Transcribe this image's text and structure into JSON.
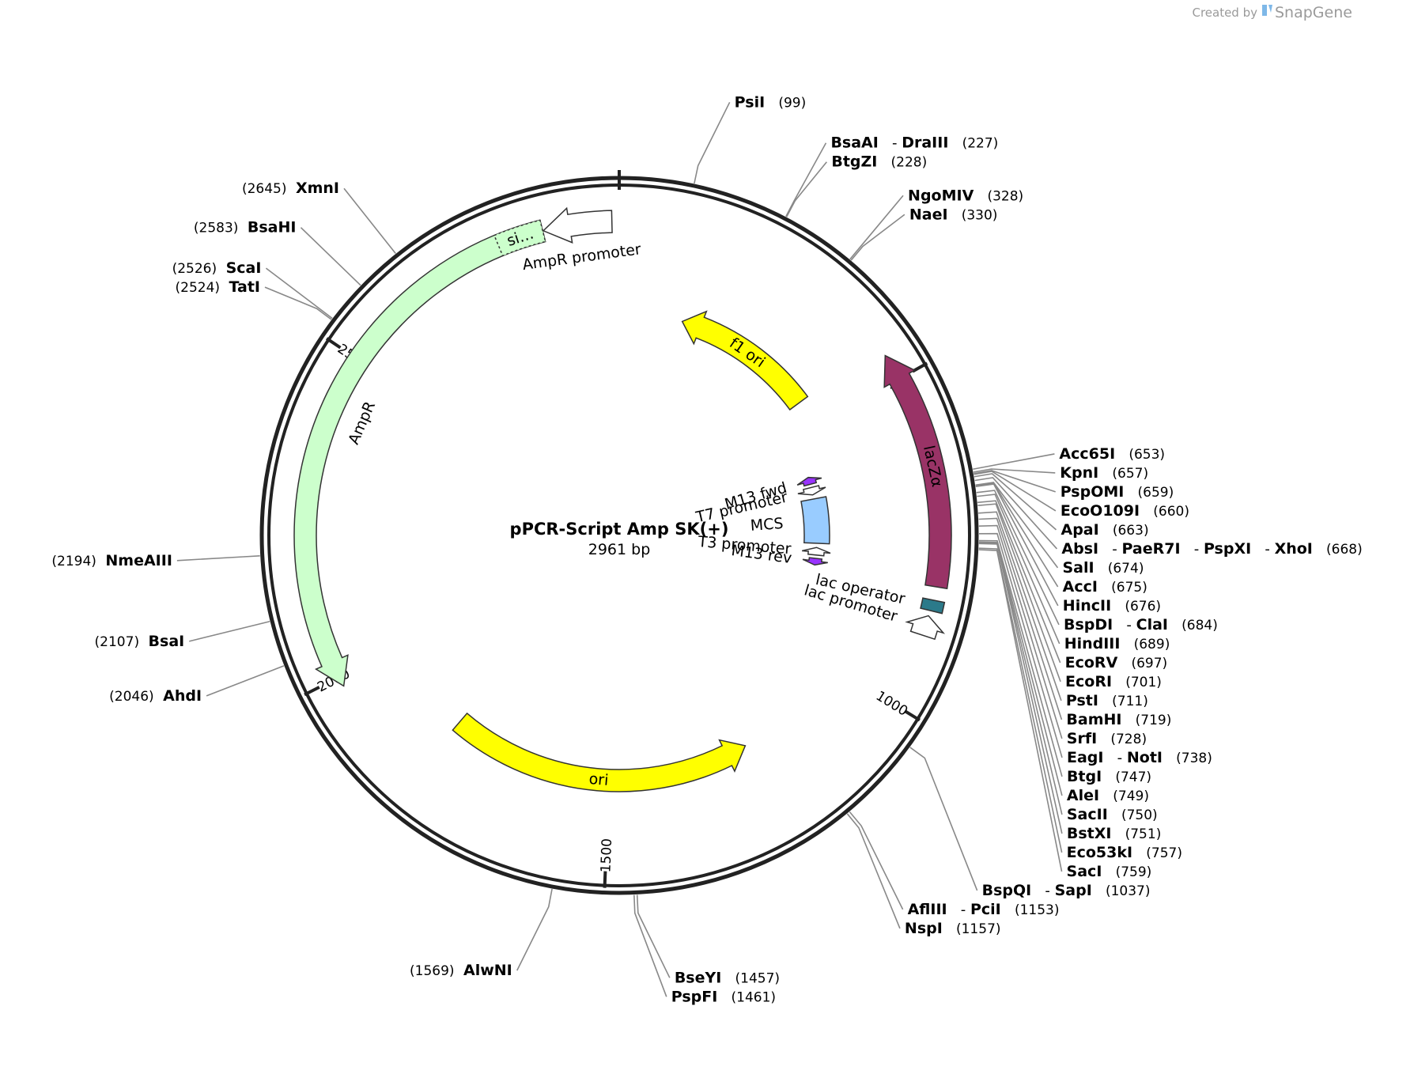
{
  "watermark": {
    "created_by": "Created by",
    "brand": "SnapGene"
  },
  "plasmid": {
    "name": "pPCR-Script Amp SK(+)",
    "size_label": "2961 bp",
    "length": 2961
  },
  "tick_labels": [
    {
      "bp": 500,
      "label": "500"
    },
    {
      "bp": 1000,
      "label": "1000"
    },
    {
      "bp": 1500,
      "label": "1500"
    },
    {
      "bp": 2000,
      "label": "2000"
    },
    {
      "bp": 2500,
      "label": "2500"
    }
  ],
  "features": [
    {
      "id": "lacza",
      "name": "lacZα",
      "start": 460,
      "end": 816,
      "direction": "reverse",
      "color": "#993366",
      "label_inside": true
    },
    {
      "id": "lac-operator",
      "name": "lac operator",
      "start": 836,
      "end": 852,
      "direction": "none",
      "color": "#2b7a8a"
    },
    {
      "id": "lac-promoter",
      "name": "lac promoter",
      "start": 860,
      "end": 890,
      "direction": "reverse",
      "color": "#ffffff"
    },
    {
      "id": "f1-ori",
      "name": "f1 ori",
      "start": 135,
      "end": 441,
      "direction": "reverse",
      "color": "#ffff00",
      "label_inside": true
    },
    {
      "id": "m13-fwd",
      "name": "M13 fwd",
      "start": 600,
      "end": 617,
      "direction": "reverse",
      "color": "#9933ff"
    },
    {
      "id": "t7-promoter",
      "name": "T7 promoter",
      "start": 625,
      "end": 643,
      "direction": "forward",
      "color": "#ffffff"
    },
    {
      "id": "mcs",
      "name": "MCS",
      "start": 653,
      "end": 759,
      "direction": "none",
      "color": "#99ccff"
    },
    {
      "id": "t3-promoter",
      "name": "T3 promoter",
      "start": 769,
      "end": 787,
      "direction": "reverse",
      "color": "#ffffff"
    },
    {
      "id": "m13-rev",
      "name": "M13 rev",
      "start": 795,
      "end": 811,
      "direction": "forward",
      "color": "#9933ff"
    },
    {
      "id": "ori",
      "name": "ori",
      "start": 1226,
      "end": 1814,
      "direction": "reverse",
      "color": "#ffff00",
      "label_inside": true
    },
    {
      "id": "ampr",
      "name": "AmpR",
      "start": 1985,
      "end": 2845,
      "direction": "reverse",
      "color": "#ccffcc"
    },
    {
      "id": "signal",
      "name": "si…",
      "start": 2775,
      "end": 2845,
      "direction": "none",
      "color": "#ccffcc"
    },
    {
      "id": "ampr-promoter",
      "name": "AmpR promoter",
      "start": 2846,
      "end": 2950,
      "direction": "reverse",
      "color": "#ffffff"
    }
  ],
  "sites": [
    {
      "names": [
        "PsiI"
      ],
      "pos": 99,
      "pos_label": "(99)"
    },
    {
      "names": [
        "BsaAI",
        "DraIII"
      ],
      "pos": 227,
      "pos_label": "(227)"
    },
    {
      "names": [
        "BtgZI"
      ],
      "pos": 228,
      "pos_label": "(228)"
    },
    {
      "names": [
        "NgoMIV"
      ],
      "pos": 328,
      "pos_label": "(328)"
    },
    {
      "names": [
        "NaeI"
      ],
      "pos": 330,
      "pos_label": "(330)"
    },
    {
      "names": [
        "Acc65I"
      ],
      "pos": 653,
      "pos_label": "(653)"
    },
    {
      "names": [
        "KpnI"
      ],
      "pos": 657,
      "pos_label": "(657)"
    },
    {
      "names": [
        "PspOMI"
      ],
      "pos": 659,
      "pos_label": "(659)"
    },
    {
      "names": [
        "EcoO109I"
      ],
      "pos": 660,
      "pos_label": "(660)"
    },
    {
      "names": [
        "ApaI"
      ],
      "pos": 663,
      "pos_label": "(663)"
    },
    {
      "names": [
        "AbsI",
        "PaeR7I",
        "PspXI",
        "XhoI"
      ],
      "pos": 668,
      "pos_label": "(668)"
    },
    {
      "names": [
        "SalI"
      ],
      "pos": 674,
      "pos_label": "(674)"
    },
    {
      "names": [
        "AccI"
      ],
      "pos": 675,
      "pos_label": "(675)"
    },
    {
      "names": [
        "HincII"
      ],
      "pos": 676,
      "pos_label": "(676)"
    },
    {
      "names": [
        "BspDI",
        "ClaI"
      ],
      "pos": 684,
      "pos_label": "(684)"
    },
    {
      "names": [
        "HindIII"
      ],
      "pos": 689,
      "pos_label": "(689)"
    },
    {
      "names": [
        "EcoRV"
      ],
      "pos": 697,
      "pos_label": "(697)"
    },
    {
      "names": [
        "EcoRI"
      ],
      "pos": 701,
      "pos_label": "(701)"
    },
    {
      "names": [
        "PstI"
      ],
      "pos": 711,
      "pos_label": "(711)"
    },
    {
      "names": [
        "BamHI"
      ],
      "pos": 719,
      "pos_label": "(719)"
    },
    {
      "names": [
        "SrfI"
      ],
      "pos": 728,
      "pos_label": "(728)"
    },
    {
      "names": [
        "EagI",
        "NotI"
      ],
      "pos": 738,
      "pos_label": "(738)"
    },
    {
      "names": [
        "BtgI"
      ],
      "pos": 747,
      "pos_label": "(747)"
    },
    {
      "names": [
        "AleI"
      ],
      "pos": 749,
      "pos_label": "(749)"
    },
    {
      "names": [
        "SacII"
      ],
      "pos": 750,
      "pos_label": "(750)"
    },
    {
      "names": [
        "BstXI"
      ],
      "pos": 751,
      "pos_label": "(751)"
    },
    {
      "names": [
        "Eco53kI"
      ],
      "pos": 757,
      "pos_label": "(757)"
    },
    {
      "names": [
        "SacI"
      ],
      "pos": 759,
      "pos_label": "(759)"
    },
    {
      "names": [
        "BspQI",
        "SapI"
      ],
      "pos": 1037,
      "pos_label": "(1037)"
    },
    {
      "names": [
        "AflIII",
        "PciI"
      ],
      "pos": 1153,
      "pos_label": "(1153)"
    },
    {
      "names": [
        "NspI"
      ],
      "pos": 1157,
      "pos_label": "(1157)"
    },
    {
      "names": [
        "BseYI"
      ],
      "pos": 1457,
      "pos_label": "(1457)"
    },
    {
      "names": [
        "PspFI"
      ],
      "pos": 1461,
      "pos_label": "(1461)"
    },
    {
      "names": [
        "AlwNI"
      ],
      "pos": 1569,
      "pos_label": "(1569)"
    },
    {
      "names": [
        "AhdI"
      ],
      "pos": 2046,
      "pos_label": "(2046)"
    },
    {
      "names": [
        "BsaI"
      ],
      "pos": 2107,
      "pos_label": "(2107)"
    },
    {
      "names": [
        "NmeAIII"
      ],
      "pos": 2194,
      "pos_label": "(2194)"
    },
    {
      "names": [
        "TatI"
      ],
      "pos": 2524,
      "pos_label": "(2524)"
    },
    {
      "names": [
        "ScaI"
      ],
      "pos": 2526,
      "pos_label": "(2526)"
    },
    {
      "names": [
        "BsaHI"
      ],
      "pos": 2583,
      "pos_label": "(2583)"
    },
    {
      "names": [
        "XmnI"
      ],
      "pos": 2645,
      "pos_label": "(2645)"
    }
  ]
}
